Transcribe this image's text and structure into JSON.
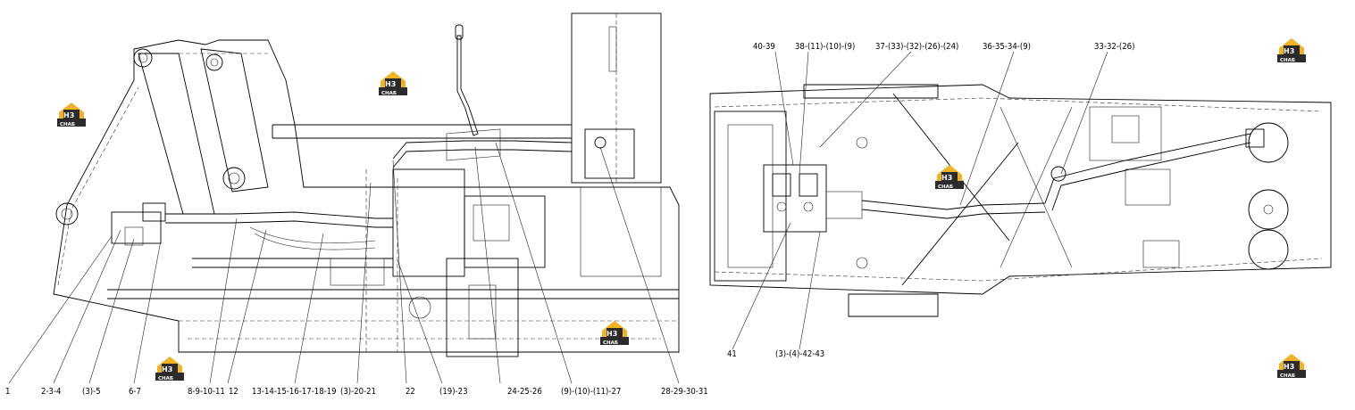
{
  "left_view": {
    "callouts": [
      "1",
      "2-3-4",
      "(3)-5",
      "6-7",
      "8-9-10-11",
      "12",
      "13-14-15-16-17-18-19",
      "(3)-20-21",
      "22",
      "(19)-23",
      "24-25-26",
      "(9)-(10)-(11)-27",
      "28-29-30-31"
    ]
  },
  "right_view": {
    "callouts_top": [
      "40-39",
      "38-(11)-(10)-(9)",
      "37-(33)-(32)-(26)-(24)",
      "36-35-34-(9)",
      "33-32-(26)"
    ],
    "callouts_bottom": [
      "41",
      "(3)-(4)-42-43"
    ]
  },
  "watermark": {
    "logo_text": "H3",
    "caption": "СНАБ",
    "colors": {
      "gold": "#f0b323",
      "dark": "#2b2b2b"
    }
  }
}
